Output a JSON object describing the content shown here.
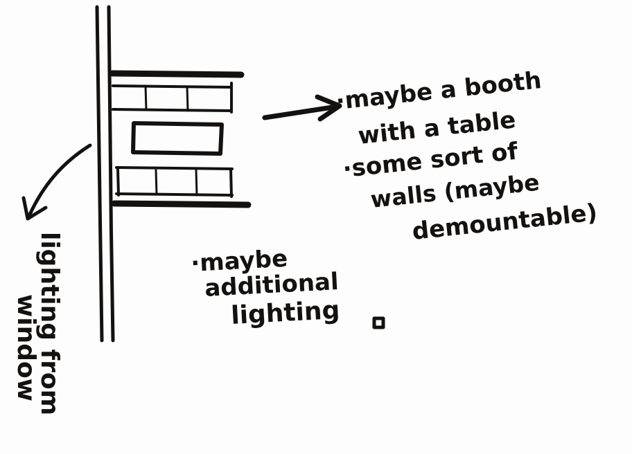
{
  "notes": {
    "booth_line1": "·maybe a booth",
    "booth_line2": "with a table",
    "walls_line1": "·some sort of",
    "walls_line2": "walls (maybe",
    "walls_line3": "demountable)",
    "lighting_line1": "·maybe",
    "lighting_line2": "additional",
    "lighting_line3": "lighting",
    "window_line1": "lighting from",
    "window_line2": "window"
  },
  "colors": {
    "ink": "#141210",
    "paper": "#fdfdfd"
  }
}
